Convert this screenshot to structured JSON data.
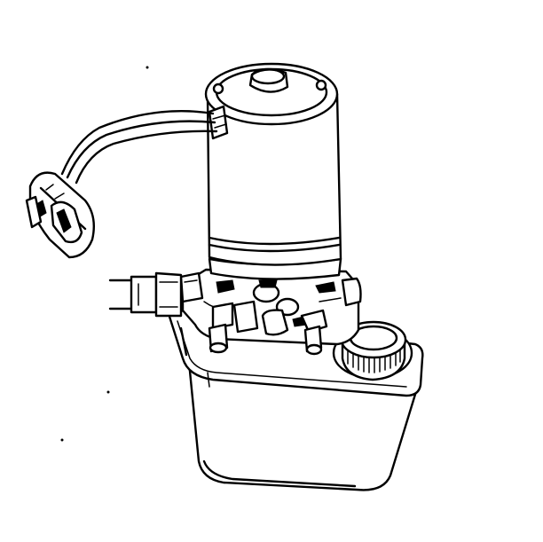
{
  "figure": {
    "kind": "line-drawing",
    "subject": "electric-pump-with-reservoir",
    "parts": [
      {
        "id": "motor",
        "icon": "motor-housing-icon"
      },
      {
        "id": "connector",
        "icon": "electrical-connector-icon"
      },
      {
        "id": "pump-body",
        "icon": "pump-body-icon"
      },
      {
        "id": "reservoir",
        "icon": "reservoir-tank-icon"
      },
      {
        "id": "fill-cap",
        "icon": "fill-cap-icon"
      },
      {
        "id": "outlet-fitting",
        "icon": "hose-fitting-icon"
      }
    ],
    "colors": {
      "ink": "#000000",
      "paper": "#ffffff"
    }
  }
}
